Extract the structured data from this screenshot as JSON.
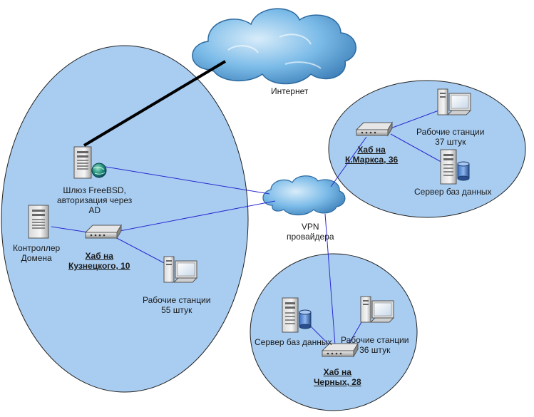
{
  "internet": {
    "label": "Интернет"
  },
  "vpn": {
    "line1": "VPN",
    "line2": "провайдера"
  },
  "main_site": {
    "gateway": {
      "line1": "Шлюз FreeBSD,",
      "line2": "авторизация через",
      "line3": "AD"
    },
    "controller": {
      "line1": "Контроллер",
      "line2": "Домена"
    },
    "hub": {
      "line1": "Хаб на",
      "line2": "Кузнецкого, 10"
    },
    "workstations": {
      "line1": "Рабочие станции",
      "line2": "55 штук"
    }
  },
  "marx_site": {
    "hub": {
      "line1": "Хаб на",
      "line2": "К.Маркса, 36"
    },
    "workstations": {
      "line1": "Рабочие станции",
      "line2": "37 штук"
    },
    "db_server": {
      "label": "Сервер баз данных"
    }
  },
  "cherny_site": {
    "hub": {
      "line1": "Хаб на",
      "line2": "Черных, 28"
    },
    "workstations": {
      "line1": "Рабочие станции",
      "line2": "36 штук"
    },
    "db_server": {
      "label": "Сервер баз данных"
    }
  },
  "colors": {
    "site_fill": "#a9cdf1",
    "link_line": "#2a2ad0",
    "uplink_line": "#000000",
    "cloud_fill": "#72b4e4"
  }
}
